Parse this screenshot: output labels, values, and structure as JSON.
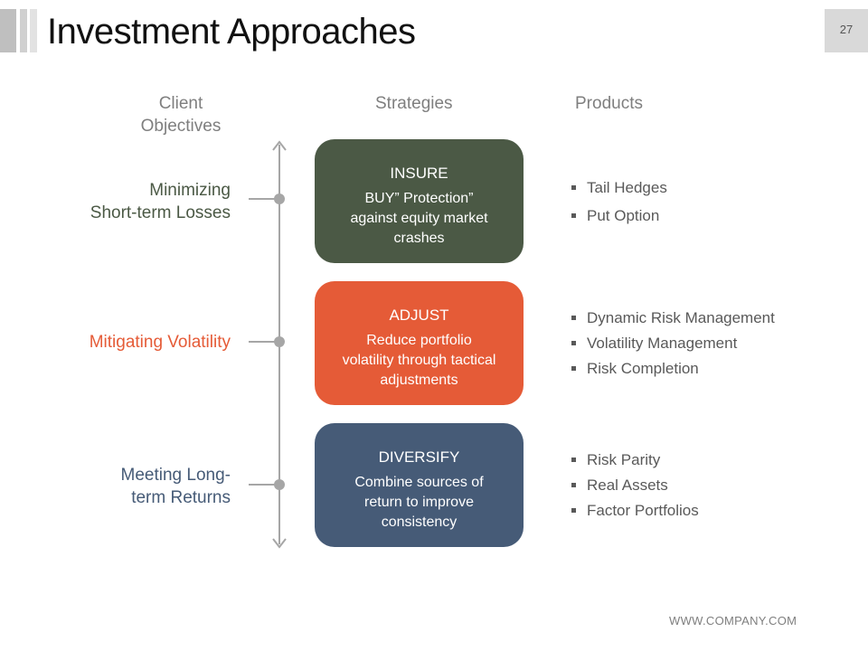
{
  "title": "Investment Approaches",
  "page_number": "27",
  "columns": {
    "objectives": "Client\nObjectives",
    "strategies": "Strategies",
    "products": "Products"
  },
  "rows": [
    {
      "objective": "Minimizing\nShort-term Losses",
      "color": "#4b5945",
      "strategy": {
        "title": "INSURE",
        "description": "BUY” Protection”\nagainst equity market\ncrashes"
      },
      "products": [
        "Tail Hedges",
        "Put Option"
      ]
    },
    {
      "objective": "Mitigating Volatility",
      "color": "#e55b37",
      "strategy": {
        "title": "ADJUST",
        "description": "Reduce portfolio\nvolatility through tactical\nadjustments"
      },
      "products": [
        "Dynamic Risk Management",
        "Volatility Management",
        "Risk Completion"
      ]
    },
    {
      "objective": "Meeting Long-\nterm Returns",
      "color": "#465b77",
      "strategy": {
        "title": "DIVERSIFY",
        "description": "Combine sources of\nreturn to improve\nconsistency"
      },
      "products": [
        "Risk Parity",
        "Real  Assets",
        "Factor Portfolios"
      ]
    }
  ],
  "colors": {
    "accent_gray": "#a6a6a6",
    "objective_1": "#4b5945",
    "objective_2": "#e55b37",
    "objective_3": "#465b77"
  },
  "footer": "WWW.COMPANY.COM"
}
